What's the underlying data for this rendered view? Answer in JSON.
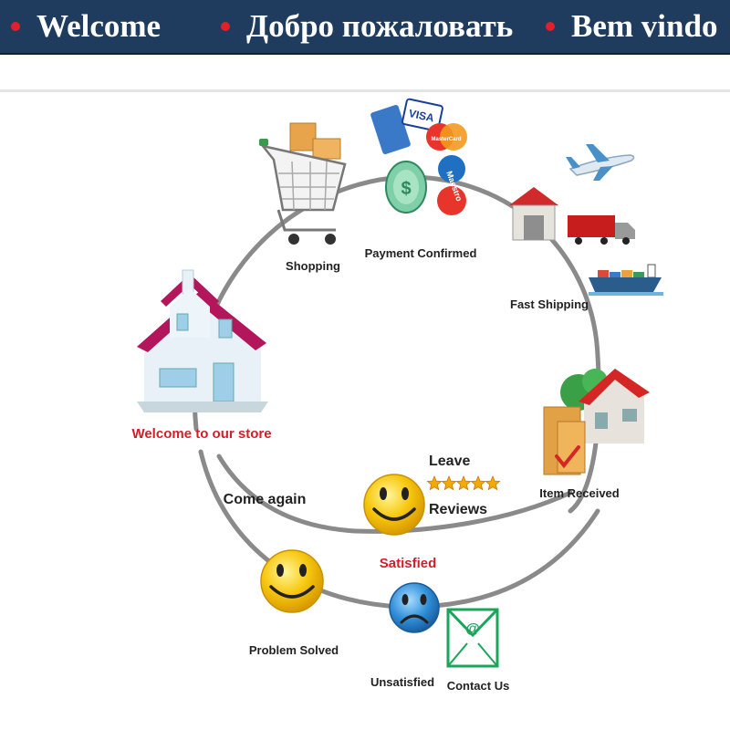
{
  "header": {
    "greetings": [
      "Welcome",
      "Добро пожаловать",
      "Bem vindo"
    ]
  },
  "diagram": {
    "steps": {
      "shopping": "Shopping",
      "payment": "Payment Confirmed",
      "shipping": "Fast Shipping",
      "received": "Item Received",
      "store": "Welcome to our store",
      "come_again": "Come again",
      "leave": "Leave",
      "reviews": "Reviews",
      "satisfied": "Satisfied",
      "problem_solved": "Problem Solved",
      "unsatisfied": "Unsatisfied",
      "contact_us": "Contact Us"
    },
    "card_brands": [
      "VISA",
      "MasterCard",
      "Maestro"
    ],
    "review_stars": 5,
    "colors": {
      "header_bg": "#1f3c5e",
      "bullet": "#e0202a",
      "accent_red": "#d11f2a",
      "smiley_yellow": "#f7c80f",
      "sad_blue": "#2f8fd8",
      "contact_green": "#19a65a"
    },
    "icons": [
      "shopping-cart-icon",
      "credit-cards-icon",
      "airplane-icon",
      "warehouse-icon",
      "truck-icon",
      "cargo-ship-icon",
      "house-icon",
      "smiley-icon",
      "sad-face-icon",
      "email-envelope-icon"
    ]
  }
}
